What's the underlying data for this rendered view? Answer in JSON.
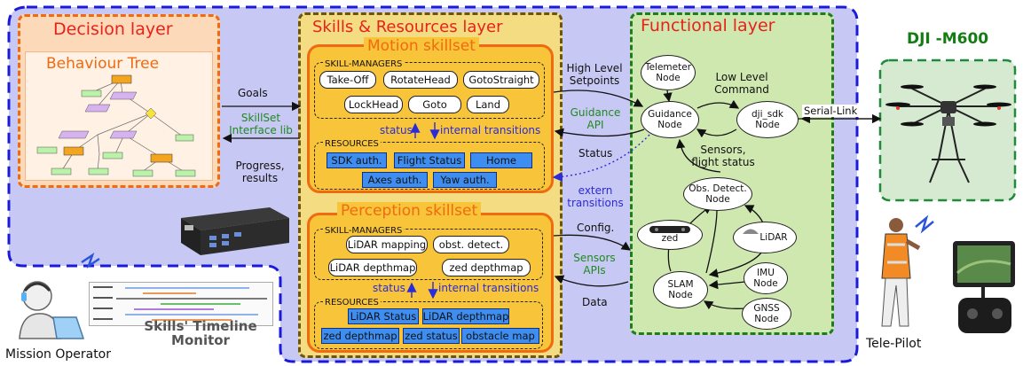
{
  "decision_layer": {
    "title": "Decision layer",
    "behaviour_tree_title": "Behaviour Tree"
  },
  "skills_layer": {
    "title": "Skills & Resources layer",
    "motion": {
      "title": "Motion skillset",
      "managers_title": "SKILL-MANAGERS",
      "managers": [
        "Take-Off",
        "RotateHead",
        "GotoStraight",
        "LockHead",
        "Goto",
        "Land"
      ],
      "resources_title": "RESOURCES",
      "resources": [
        "SDK auth.",
        "Flight Status",
        "Home",
        "Axes auth.",
        "Yaw auth."
      ],
      "status_label": "status",
      "internal_label": "internal transitions"
    },
    "perception": {
      "title": "Perception skillset",
      "managers_title": "SKILL-MANAGERS",
      "managers": [
        "LiDAR mapping",
        "obst. detect.",
        "LiDAR depthmap",
        "zed depthmap"
      ],
      "resources_title": "RESOURCES",
      "resources": [
        "LiDAR Status",
        "LiDAR depthmap",
        "zed depthmap",
        "zed status",
        "obstacle map"
      ],
      "status_label": "status",
      "internal_label": "internal transitions"
    }
  },
  "functional_layer": {
    "title": "Functional layer",
    "nodes": {
      "telemeter": [
        "Telemeter",
        "Node"
      ],
      "guidance": [
        "Guidance",
        "Node"
      ],
      "dji_sdk": [
        "dji_sdk",
        "Node"
      ],
      "obs_detect": [
        "Obs. Detect.",
        "Node"
      ],
      "zed": "zed",
      "lidar": "LiDAR",
      "imu": [
        "IMU",
        "Node"
      ],
      "slam": [
        "SLAM",
        "Node"
      ],
      "gnss": [
        "GNSS",
        "Node"
      ]
    },
    "low_level_command": [
      "Low Level",
      "Command"
    ],
    "sensors_flight_status": [
      "Sensors,",
      "flight status"
    ]
  },
  "connections": {
    "goals": "Goals",
    "skillset_interface": [
      "SkillSet",
      "Interface lib"
    ],
    "progress": [
      "Progress,",
      "results"
    ],
    "high_level_setpoints": [
      "High Level",
      "Setpoints"
    ],
    "guidance_api": [
      "Guidance",
      "API"
    ],
    "status": "Status",
    "extern_transitions": [
      "extern",
      "transitions"
    ],
    "config": "Config.",
    "sensors_apis": [
      "Sensors",
      "APIs"
    ],
    "data": "Data",
    "serial_link": "Serial-Link"
  },
  "drone": {
    "title": "DJI -M600"
  },
  "actors": {
    "tele_pilot": "Tele-Pilot",
    "mission_operator": "Mission Operator",
    "timeline_monitor": [
      "Skills' Timeline",
      "Monitor"
    ]
  },
  "colors": {
    "outer_bg": "#c8c8f4",
    "outer_border": "#1a1adb",
    "decision_bg": "#fcd9b8",
    "decision_border": "#f06a12",
    "skills_bg": "#f4dc82",
    "skillset_bg": "#f8c43a",
    "functional_bg": "#cfe8b0",
    "functional_border": "#1f7d1f",
    "resource_fill": "#3d8ef0"
  }
}
